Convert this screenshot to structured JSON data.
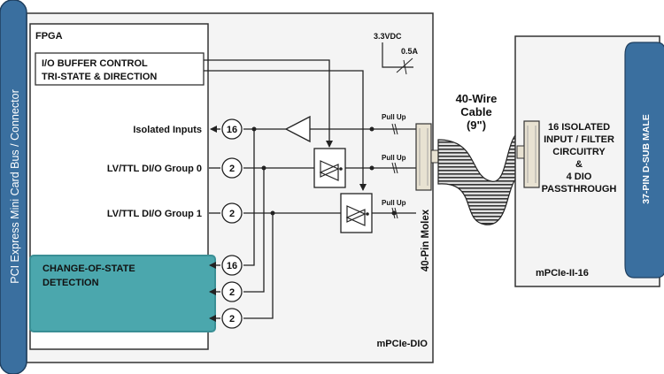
{
  "bus": {
    "label": "PCI Express Mini Card Bus / Connector",
    "color": "#3a6f9f"
  },
  "fpga": {
    "title": "FPGA",
    "io_buffer_line1": "I/O BUFFER CONTROL",
    "io_buffer_line2": "TRI-STATE & DIRECTION",
    "cos_line1": "CHANGE-OF-STATE",
    "cos_line2": "DETECTION",
    "cos_color": "#4ba7ad"
  },
  "signals": {
    "isolated_inputs": "Isolated Inputs",
    "group0": "LV/TTL DI/O Group 0",
    "group1": "LV/TTL DI/O Group 1"
  },
  "bus_widths": {
    "isolated": "16",
    "group0": "2",
    "group1": "2",
    "cos_in1": "16",
    "cos_in2": "2",
    "cos_in3": "2"
  },
  "power": {
    "voltage": "3.3VDC",
    "fuse": "0.5A"
  },
  "pullups": {
    "p1": "Pull Up",
    "p2": "Pull Up",
    "p3": "Pull Up"
  },
  "connector": {
    "label": "40-Pin Molex",
    "board": "mPCIe-DIO"
  },
  "cable": {
    "line1": "40-Wire",
    "line2": "Cable",
    "line3": "(9\")"
  },
  "remote": {
    "line1": "16 ISOLATED",
    "line2": "INPUT / FILTER",
    "line3": "CIRCUITRY",
    "line4": "&",
    "line5": "4 DIO",
    "line6": "PASSTHROUGH",
    "board": "mPCIe-II-16",
    "dsub": "37-PIN D-SUB MALE",
    "dsub_color": "#3a6f9f"
  }
}
